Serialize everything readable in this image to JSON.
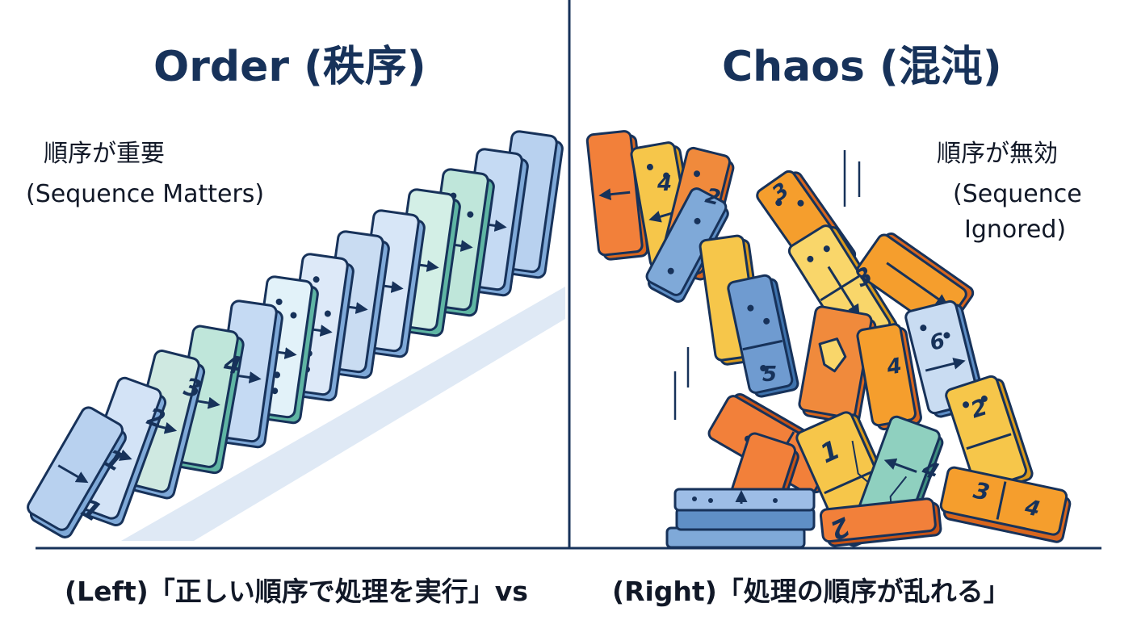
{
  "left": {
    "title": "Order (秩序)",
    "note_jp": "順序が重要",
    "note_en": "(Sequence Matters)",
    "domino_numbers": [
      "1",
      "1",
      "2",
      "3",
      "4"
    ]
  },
  "right": {
    "title": "Chaos (混沌)",
    "note_jp": "順序が無効",
    "note_en_1": "(Sequence",
    "note_en_2": "Ignored)",
    "domino_numbers": [
      "4",
      "2",
      "3",
      "3",
      "5",
      "4",
      "6",
      "2",
      "1",
      "2",
      "4",
      "3",
      "4"
    ]
  },
  "caption": {
    "left": "(Left)「正しい順序で処理を実行」vs",
    "right": "(Right)「処理の順序が乱れる」"
  },
  "colors": {
    "navy": "#17325a",
    "blue": "#9dbde6",
    "light_blue": "#c9dcf2",
    "teal": "#8fd0bf",
    "mint": "#cdeee2",
    "orange": "#f2803a",
    "yellow": "#f6c64a",
    "amber": "#f59e2d"
  }
}
